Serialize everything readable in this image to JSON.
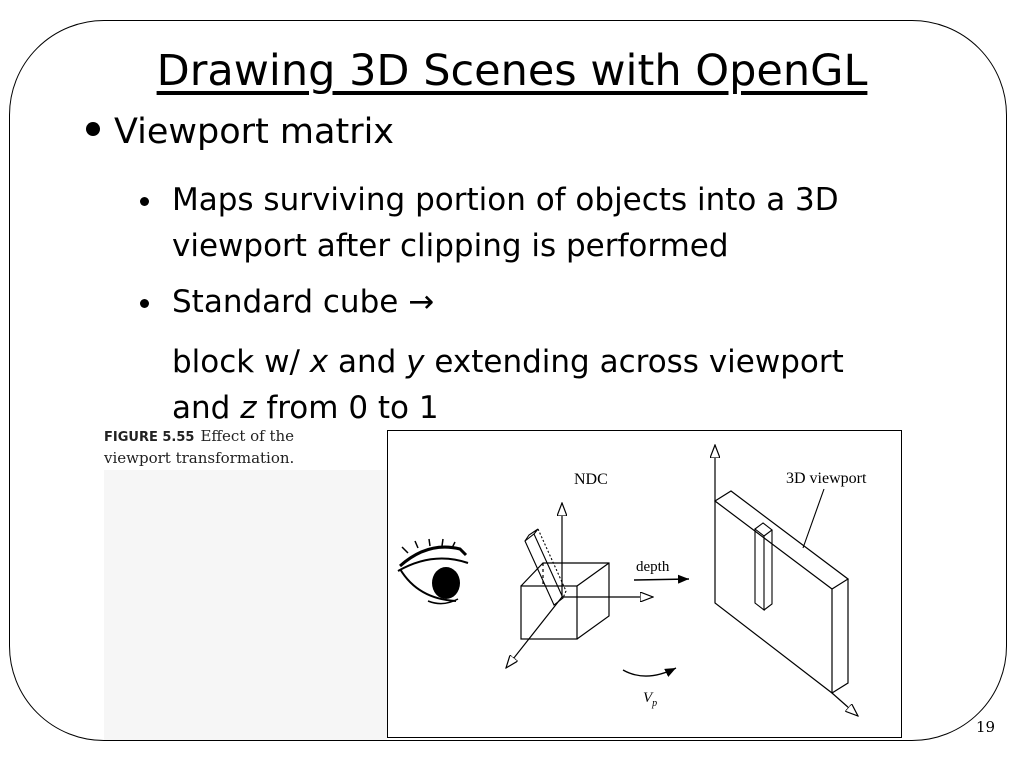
{
  "slide": {
    "title": "Drawing 3D Scenes with OpenGL",
    "bullet": "Viewport matrix",
    "sub1_line1": "Maps surviving portion of objects into a 3D",
    "sub1_line2": "viewport after clipping is performed",
    "sub2": "Standard cube",
    "sub2_arrow": "→",
    "block_prefix": "block w/ ",
    "x_var": "x",
    "block_mid1": " and ",
    "y_var": "y",
    "block_mid2": " extending across viewport",
    "and_prefix": "and ",
    "z_var": "z",
    "and_suffix": " from 0 to 1",
    "page_number": "19"
  },
  "figure": {
    "caption_label": "FIGURE 5.55",
    "caption_text_1": "Effect of the",
    "caption_text_2": "viewport transformation.",
    "ndc_label": "NDC",
    "viewport_label": "3D viewport",
    "depth_label": "depth",
    "vp_label": "V",
    "vp_sub": "p"
  }
}
